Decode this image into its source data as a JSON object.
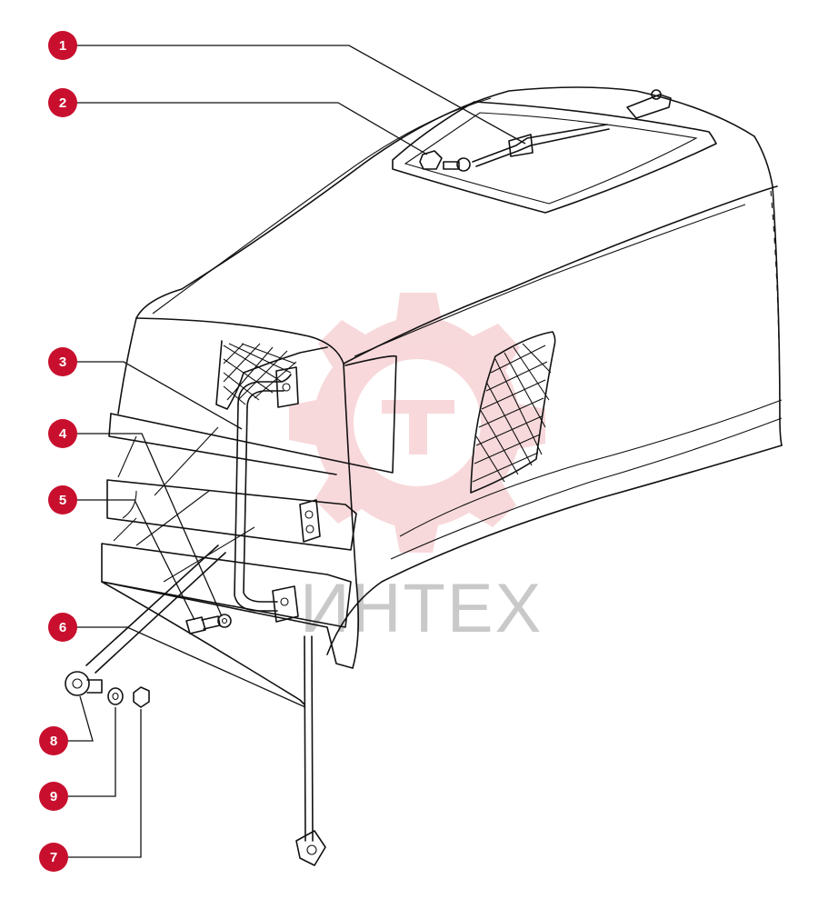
{
  "watermark": {
    "text": "ИНТЕХ",
    "color": "#f3b9be"
  },
  "accent_color": "#c8102e",
  "callouts": [
    {
      "id": "1",
      "label": "1"
    },
    {
      "id": "2",
      "label": "2"
    },
    {
      "id": "3",
      "label": "3"
    },
    {
      "id": "4",
      "label": "4"
    },
    {
      "id": "5",
      "label": "5"
    },
    {
      "id": "6",
      "label": "6"
    },
    {
      "id": "7",
      "label": "7"
    },
    {
      "id": "8",
      "label": "8"
    },
    {
      "id": "9",
      "label": "9"
    }
  ]
}
